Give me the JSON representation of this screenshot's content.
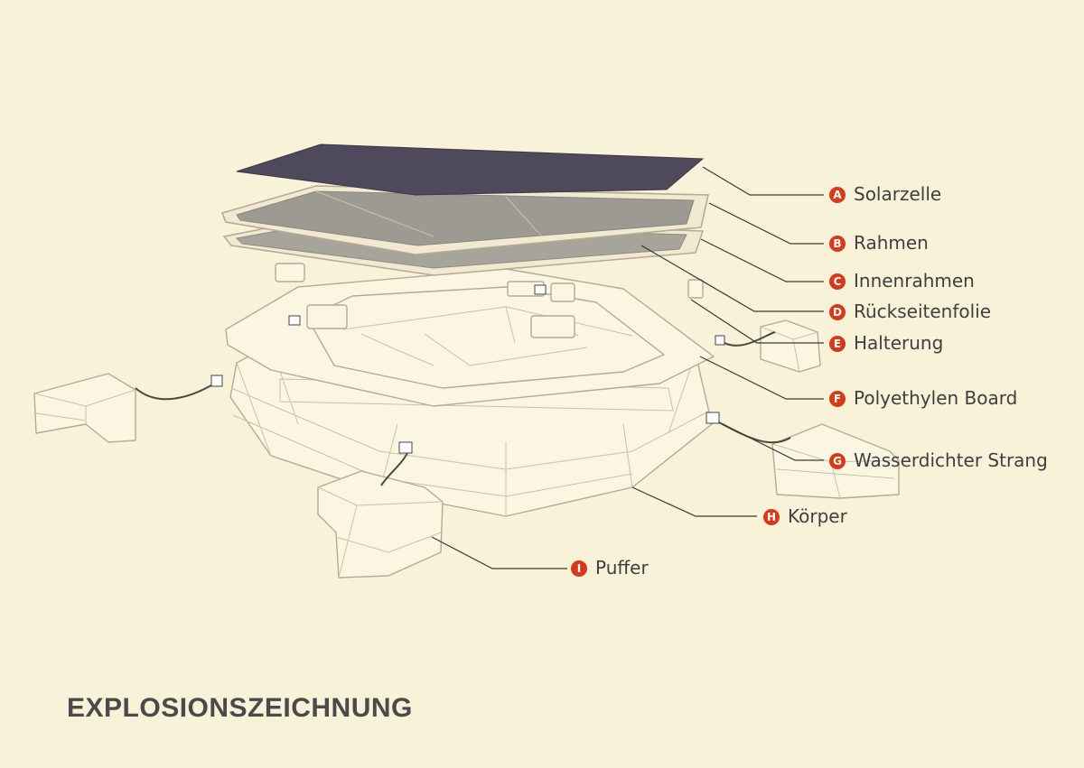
{
  "title": "EXPLOSIONSZEICHNUNG",
  "colors": {
    "background": "#f8f2d9",
    "badge": "#d63a1a",
    "solar_panel": "#4e4a5c",
    "label_text": "#3f3f3f"
  },
  "parts": [
    {
      "letter": "A",
      "label": "Solarzelle"
    },
    {
      "letter": "B",
      "label": "Rahmen"
    },
    {
      "letter": "C",
      "label": "Innenrahmen"
    },
    {
      "letter": "D",
      "label": "Rückseitenfolie"
    },
    {
      "letter": "E",
      "label": "Halterung"
    },
    {
      "letter": "F",
      "label": "Polyethylen Board"
    },
    {
      "letter": "G",
      "label": "Wasserdichter Strang"
    },
    {
      "letter": "H",
      "label": "Körper"
    },
    {
      "letter": "I",
      "label": "Puffer"
    }
  ]
}
